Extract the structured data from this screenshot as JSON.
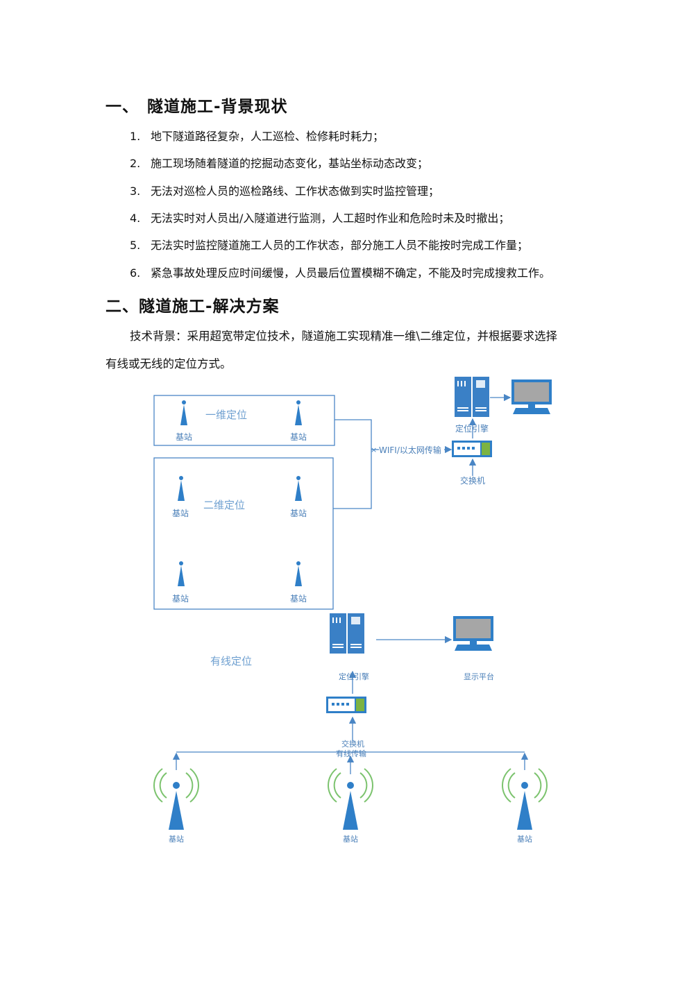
{
  "section1": {
    "heading_num": "一、",
    "heading": "隧道施工-背景现状",
    "items": [
      {
        "num": "1.",
        "text": "地下隧道路径复杂，人工巡检、检修耗时耗力；"
      },
      {
        "num": "2.",
        "text": "施工现场随着隧道的挖掘动态变化，基站坐标动态改变；"
      },
      {
        "num": "3.",
        "text": "无法对巡检人员的巡检路线、工作状态做到实时监控管理；"
      },
      {
        "num": "4.",
        "text": "无法实时对人员出/入隧道进行监测，人工超时作业和危险时未及时撤出；"
      },
      {
        "num": "5.",
        "text": "无法实时监控隧道施工人员的工作状态，部分施工人员不能按时完成工作量；"
      },
      {
        "num": "6.",
        "text": "紧急事故处理反应时间缓慢，人员最后位置模糊不确定，不能及时完成搜救工作。"
      }
    ]
  },
  "section2": {
    "heading": "二、隧道施工-解决方案",
    "para_line1": "技术背景：采用超宽带定位技术，隧道施工实现精准一维\\二维定位，并根据要求选择",
    "para_line2": "有线或无线的定位方式。"
  },
  "diagram": {
    "one_dim_title": "一维定位",
    "two_dim_title": "二维定位",
    "wired_title": "有线定位",
    "base_station": "基站",
    "engine": "定位引擎",
    "switch": "交换机",
    "wifi_link": "WIFI/以太网传输",
    "display": "显示平台",
    "wired_link": "有线传输"
  },
  "colors": {
    "accent": "#2f7fc8",
    "line": "#4a86c5",
    "monitor": "#a6a6a6",
    "switch_green": "#7cb342"
  }
}
